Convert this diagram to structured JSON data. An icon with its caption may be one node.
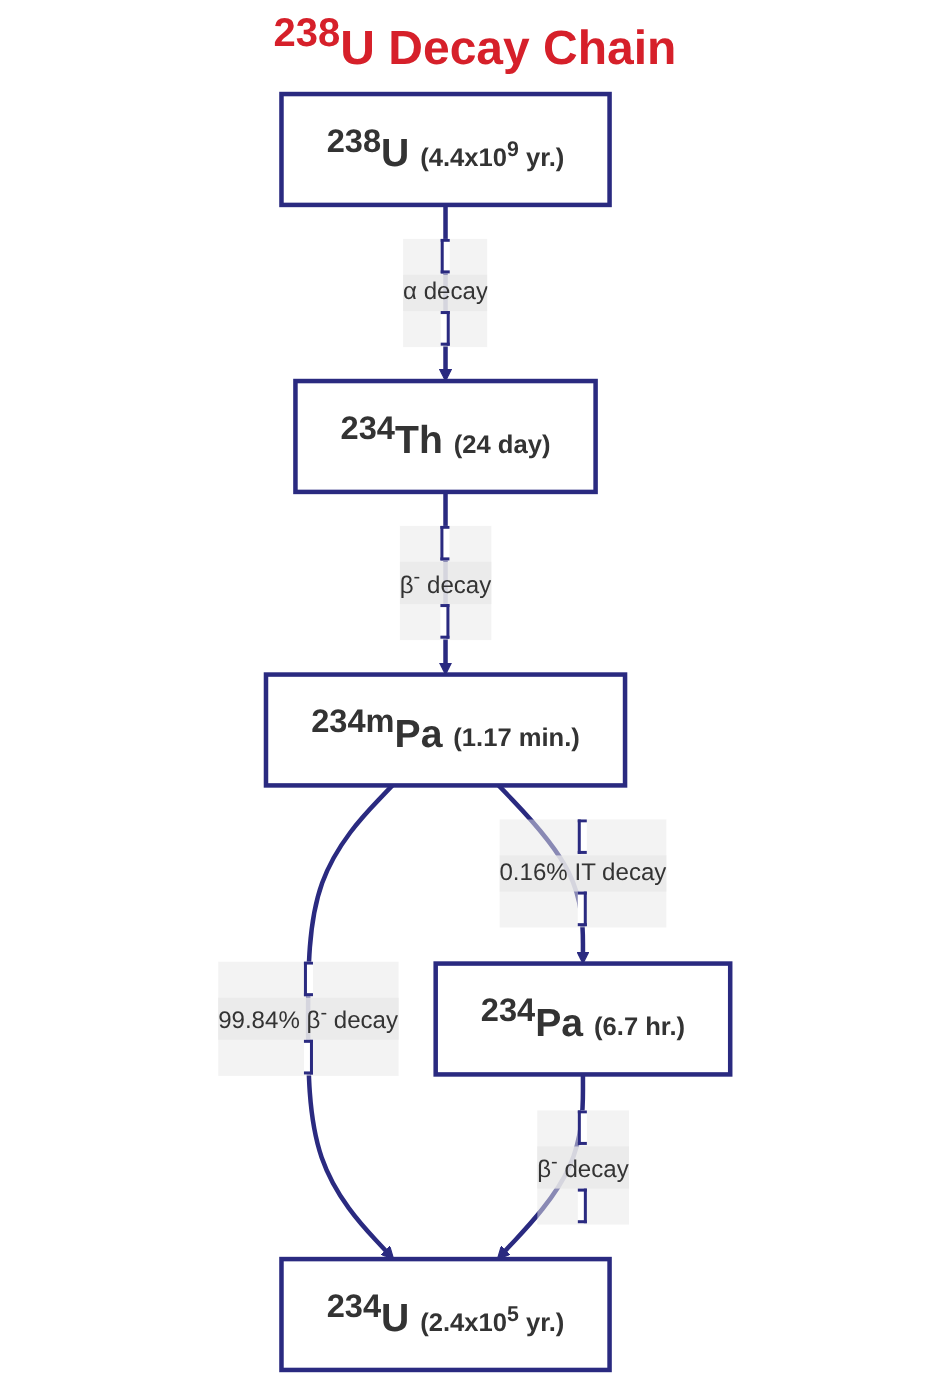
{
  "diagram": {
    "title": "$^{238}$U Decay Chain",
    "nodes": [
      {
        "text": [
          "$^{238}$U",
          "(4.4x10$^{9}$ yr.)"
        ]
      },
      {
        "text": [
          "$^{234}$Th",
          "(24 day)"
        ]
      },
      {
        "text": [
          "$^{234m}$Pa",
          "(1.17 min.)"
        ]
      },
      {
        "text": [
          "$^{234}$Pa",
          "(6.7 hr.)"
        ]
      },
      {
        "text": [
          "$^{234}$U",
          "(2.4x10$^{5}$ yr.)"
        ]
      }
    ],
    "edges": [
      {
        "from": 0,
        "to": 1,
        "arrow": "to",
        "label": "α decay"
      },
      {
        "from": 1,
        "to": 2,
        "arrow": "to",
        "label": "β$^{-}$ decay"
      },
      {
        "from": 2,
        "to": 3,
        "arrow": "to",
        "label": "0.16% IT decay"
      },
      {
        "from": 2,
        "to": 4,
        "arrow": "to",
        "label": "99.84% β$^{-}$ decay"
      },
      {
        "from": 3,
        "to": 4,
        "arrow": "to",
        "label": "β$^{-}$ decay"
      }
    ]
  }
}
